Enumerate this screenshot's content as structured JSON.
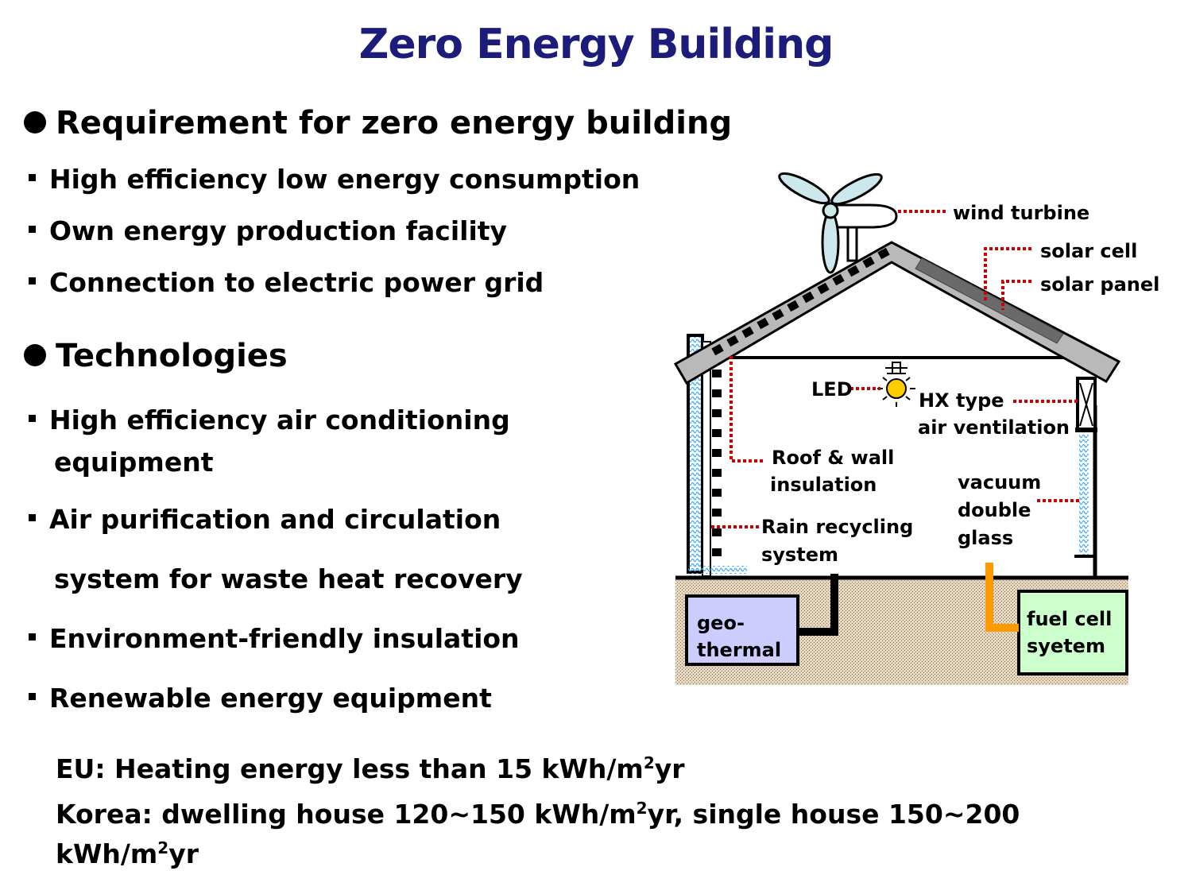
{
  "title": "Zero Energy Building",
  "requirement": {
    "heading": "Requirement for zero energy building",
    "items": [
      "High efficiency low energy consumption",
      "Own energy production facility",
      "Connection to electric power grid"
    ]
  },
  "technologies": {
    "heading": "Technologies",
    "items": [
      {
        "line1": "High efficiency air conditioning",
        "line2": "equipment"
      },
      {
        "line1": "Air purification and circulation",
        "line2": "system for waste heat recovery"
      },
      {
        "line1": "Environment-friendly insulation"
      },
      {
        "line1": "Renewable energy equipment"
      }
    ]
  },
  "notes": {
    "eu_prefix": "EU:  Heating energy less than 15 kWh/m",
    "sup": "2",
    "eu_suffix": "yr",
    "korea_a": "Korea: dwelling house 120~150 kWh/m",
    "korea_b": "yr, single house 150~200",
    "korea_c": "kWh/m",
    "korea_d": "yr"
  },
  "diagram": {
    "labels": {
      "wind_turbine": "wind turbine",
      "solar_cell": "solar cell",
      "solar_panel": "solar panel",
      "led": "LED",
      "hx_1": "HX type",
      "hx_2": "air ventilation",
      "insulation_1": "Roof & wall",
      "insulation_2": "insulation",
      "vacuum_1": "vacuum",
      "vacuum_2": "double",
      "vacuum_3": "glass",
      "rain_1": "Rain recycling",
      "rain_2": "system",
      "geo_1": "geo-",
      "geo_2": "thermal",
      "fuel_1": "fuel cell",
      "fuel_2": "syetem"
    },
    "colors": {
      "leader": "#cc0000",
      "geothermal_fill": "#ccccff",
      "fuel_cell_fill": "#ccffcc",
      "pipe_orange": "#ff9900",
      "water_blue": "#33aaff",
      "turbine_blade": "#cce8ec",
      "led_yellow": "#ffcc00"
    }
  }
}
